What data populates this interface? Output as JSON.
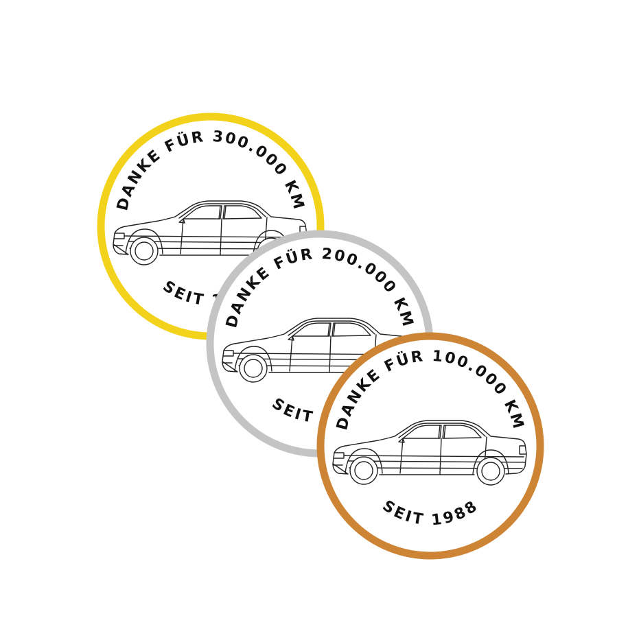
{
  "badges": [
    {
      "id": "300k",
      "top_text": "DANKE FÜR 300.000 KM",
      "bottom_text": "SEIT 1988",
      "ring_color": "#F3D21B",
      "icon": "sedan-car-outline-icon"
    },
    {
      "id": "200k",
      "top_text": "DANKE FÜR 200.000 KM",
      "bottom_text": "SEIT 1988",
      "ring_color": "#C4C4C4",
      "icon": "sedan-car-outline-icon"
    },
    {
      "id": "100k",
      "top_text": "DANKE FÜR 100.000 KM",
      "bottom_text": "SEIT 1988",
      "ring_color": "#CD8434",
      "icon": "sedan-car-outline-icon"
    }
  ]
}
